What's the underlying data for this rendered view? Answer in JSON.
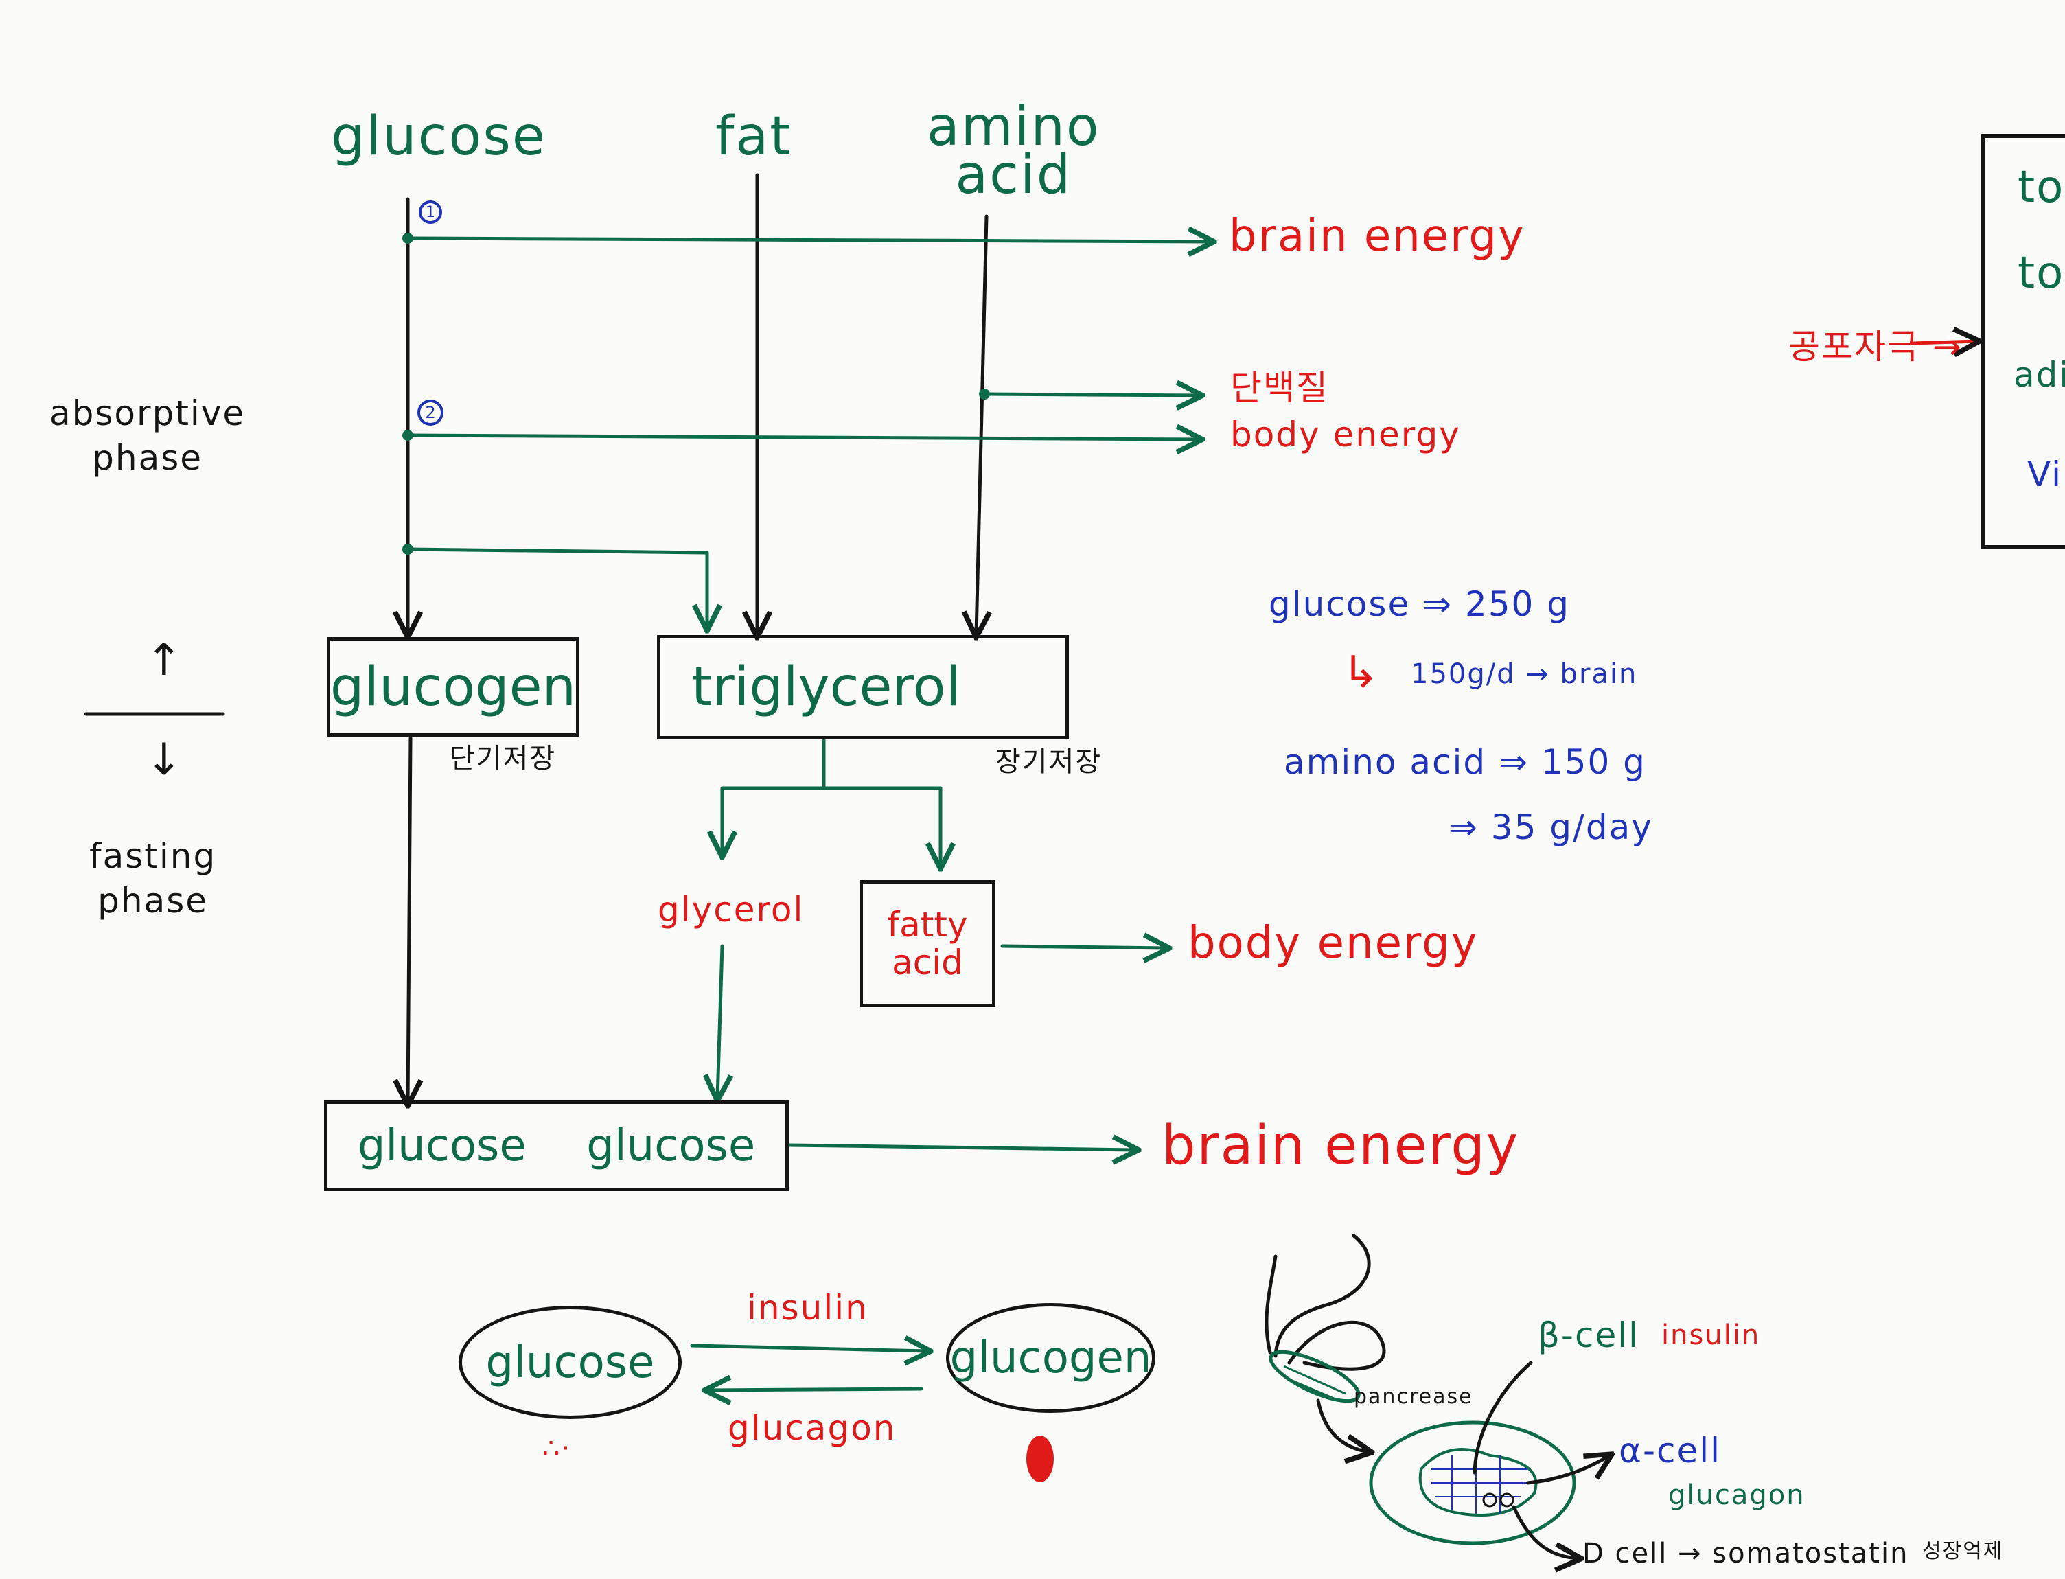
{
  "colors": {
    "green": "#0d6b4a",
    "red": "#e01919",
    "blue": "#1f33b8",
    "black": "#151515"
  },
  "sources": {
    "glucose": "glucose",
    "fat": "fat",
    "amino_acid": "amino\nacid"
  },
  "markers": {
    "one": "1",
    "two": "2"
  },
  "outputs": {
    "brain_energy_top": "brain energy",
    "protein": "단백질",
    "body_energy_mid": "body energy",
    "body_energy_low": "body energy",
    "brain_energy_bottom": "brain energy"
  },
  "phases": {
    "absorptive": "absorptive\nphase",
    "fasting": "fasting\nphase",
    "arrow_up": "↑",
    "arrow_down": "↓"
  },
  "stores": {
    "glycogen": "glucogen",
    "glycogen_note": "단기저장",
    "triglycerol": "triglycerol",
    "triglycerol_note": "장기저장",
    "glycerol": "glycerol",
    "fatty_acid": "fatty\nacid",
    "bottom_glucose_1": "glucose",
    "bottom_glucose_2": "glucose"
  },
  "daily": {
    "line1": "glucose ⇒ 250 g",
    "line2_arrow": "↳",
    "line2": "150g/d → brain",
    "line3": "amino acid ⇒ 150 g",
    "line4": "⇒ 35 g/day"
  },
  "stress": {
    "label": "공포자극 →"
  },
  "cutoff_box": {
    "lines": [
      "to",
      "to",
      "adi",
      "Vi"
    ]
  },
  "cycle": {
    "left": "glucose",
    "right": "glucogen",
    "forward": "insulin",
    "backward": "glucagon",
    "left_mark": "∴·"
  },
  "pancreas": {
    "organ": "pancrease",
    "beta": "β-cell",
    "beta_hormone": "insulin",
    "alpha": "α-cell",
    "alpha_hormone": "glucagon",
    "delta": "D cell → somatostatin",
    "delta_note": "성장억제"
  }
}
